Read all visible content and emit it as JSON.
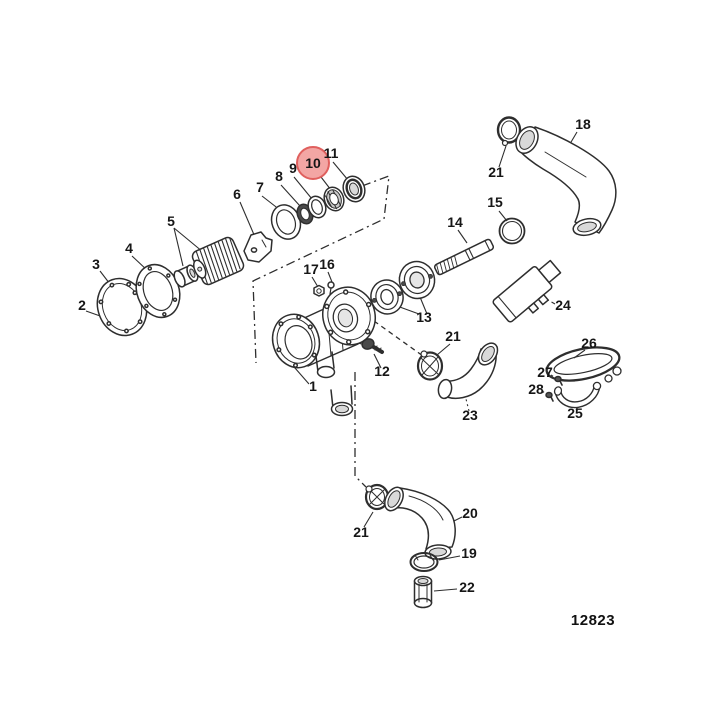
{
  "diagram": {
    "type": "exploded-parts-diagram",
    "drawing_number": "12823",
    "background": "#ffffff",
    "line_color": "#2e2e2e",
    "highlight": {
      "part": "10",
      "fill": "#f3a6a4",
      "stroke": "#e0605e",
      "text_color": "#7c2a2a"
    },
    "callouts": {
      "p1": {
        "text": "1"
      },
      "p2": {
        "text": "2"
      },
      "p3": {
        "text": "3"
      },
      "p4": {
        "text": "4"
      },
      "p5": {
        "text": "5"
      },
      "p6": {
        "text": "6"
      },
      "p7": {
        "text": "7"
      },
      "p8": {
        "text": "8"
      },
      "p9": {
        "text": "9"
      },
      "p10": {
        "text": "10"
      },
      "p11": {
        "text": "11"
      },
      "p12": {
        "text": "12"
      },
      "p13": {
        "text": "13"
      },
      "p14": {
        "text": "14"
      },
      "p15": {
        "text": "15"
      },
      "p16": {
        "text": "16"
      },
      "p17": {
        "text": "17"
      },
      "p18": {
        "text": "18"
      },
      "p19": {
        "text": "19"
      },
      "p20": {
        "text": "20"
      },
      "p21a": {
        "text": "21"
      },
      "p21b": {
        "text": "21"
      },
      "p21c": {
        "text": "21"
      },
      "p22": {
        "text": "22"
      },
      "p23": {
        "text": "23"
      },
      "p24": {
        "text": "24"
      },
      "p25": {
        "text": "25"
      },
      "p26": {
        "text": "26"
      },
      "p27": {
        "text": "27"
      },
      "p28": {
        "text": "28"
      }
    }
  }
}
